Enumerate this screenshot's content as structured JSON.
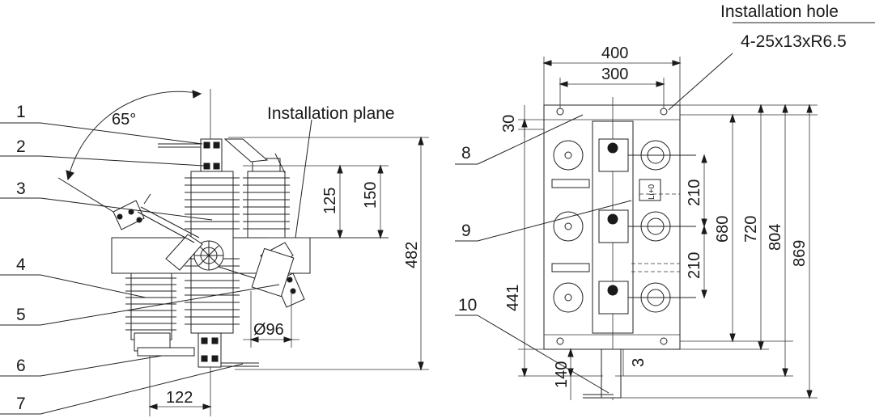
{
  "labels": {
    "angle": "65°",
    "installation_plane": "Installation plane",
    "installation_hole_title": "Installation hole",
    "installation_hole_spec": "4-25x13xR6.5",
    "diameter": "Ø96",
    "phase_marker": "Li+0"
  },
  "part_numbers": [
    "1",
    "2",
    "3",
    "4",
    "5",
    "6",
    "7",
    "8",
    "9",
    "10"
  ],
  "side_view_dims": {
    "d125": "125",
    "d150": "150",
    "d482": "482",
    "d122": "122"
  },
  "front_view_dims": {
    "d400": "400",
    "d300": "300",
    "d30": "30",
    "d210_top": "210",
    "d210_bottom": "210",
    "d680": "680",
    "d720": "720",
    "d804": "804",
    "d869": "869",
    "d441": "441",
    "d140": "140",
    "d3": "3"
  }
}
